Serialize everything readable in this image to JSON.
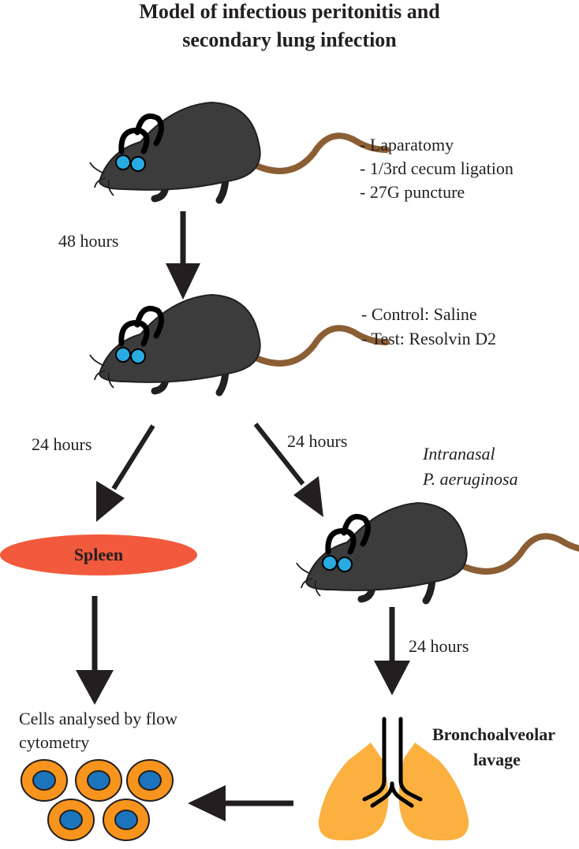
{
  "title": {
    "line1": "Model of infectious peritonitis and",
    "line2": "secondary lung infection"
  },
  "surgery_steps": [
    "- Laparatomy",
    "- 1/3rd cecum ligation",
    "- 27G puncture"
  ],
  "treatment_groups": [
    "- Control: Saline",
    "- Test: Resolvin D2"
  ],
  "intervals": {
    "first": "48 hours",
    "to_spleen": "24 hours",
    "to_infection": "24 hours",
    "to_lavage": "24 hours"
  },
  "infection": {
    "line1": "Intranasal",
    "line2": "P. aeruginosa"
  },
  "spleen_label": "Spleen",
  "lavage": {
    "line1": "Bronchoalveolar",
    "line2": "lavage"
  },
  "cells": {
    "line1": "Cells analysed by flow",
    "line2": "cytometry"
  },
  "colors": {
    "mouse_body": "#3c3c3c",
    "mouse_tail": "#8b5e34",
    "eye": "#29abe2",
    "spleen": "#f15a3c",
    "lung": "#fbb040",
    "cell_outer": "#f7941d",
    "cell_nucleus": "#1c75bc",
    "arrow": "#231f20"
  }
}
